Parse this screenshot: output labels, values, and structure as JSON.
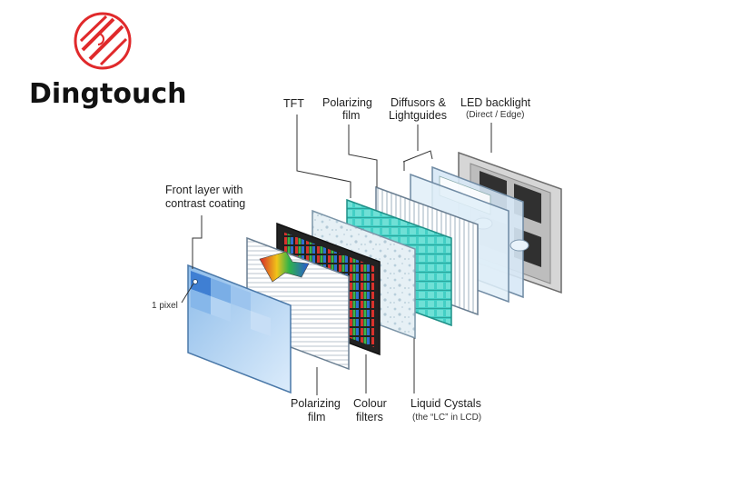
{
  "brand": {
    "name": "Dingtouch",
    "accent_color": "#e0292b",
    "logo_icon": "circle-swirl-logo-icon"
  },
  "labels": {
    "tft": "TFT",
    "polarizing_top_1": "Polarizing",
    "polarizing_top_2": "film",
    "diffusors_1": "Diffusors &",
    "diffusors_2": "Lightguides",
    "led_1": "LED backlight",
    "led_2": "(Direct / Edge)",
    "front_1": "Front layer with",
    "front_2": "contrast coating",
    "pixel": "1 pixel",
    "polarizing_bottom_1": "Polarizing",
    "polarizing_bottom_2": "film",
    "colour_1": "Colour",
    "colour_2": "filters",
    "lc_1": "Liquid Cystals",
    "lc_2": "(the “LC” in LCD)"
  },
  "colors": {
    "front_panel": "#a9cdf2",
    "tft_panel": "#3fd0c6",
    "backlight_frame": "#d9d9d9",
    "led_dark": "#333333"
  }
}
